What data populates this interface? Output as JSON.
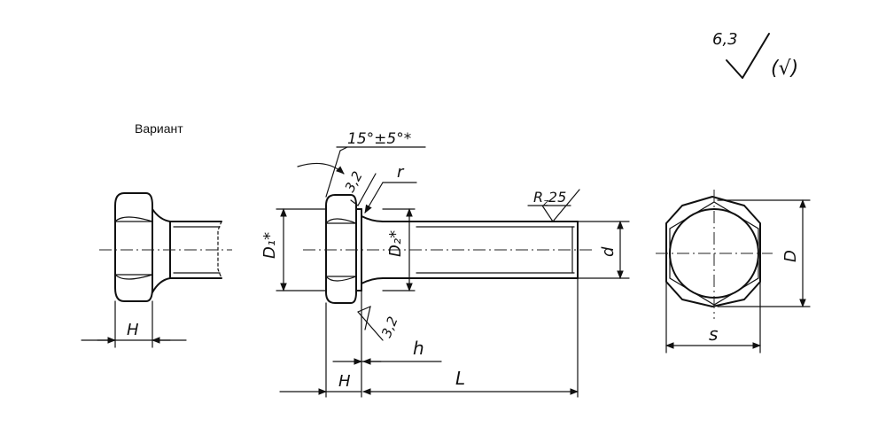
{
  "roughness": {
    "main_value": "6,3",
    "rest_mark": "(√)",
    "rz_value": "R",
    "rz_sub": "z",
    "rz_num": "25",
    "ra_a": "3,2",
    "ra_b": "3,2"
  },
  "labels": {
    "variant": "Вариант",
    "angle": "15°±5°*",
    "r": "r",
    "D1": "D₁*",
    "D2": "D₂*",
    "d": "d",
    "D": "D",
    "H_variant": "H",
    "H_main": "H",
    "h": "h",
    "L": "L",
    "s": "s"
  }
}
